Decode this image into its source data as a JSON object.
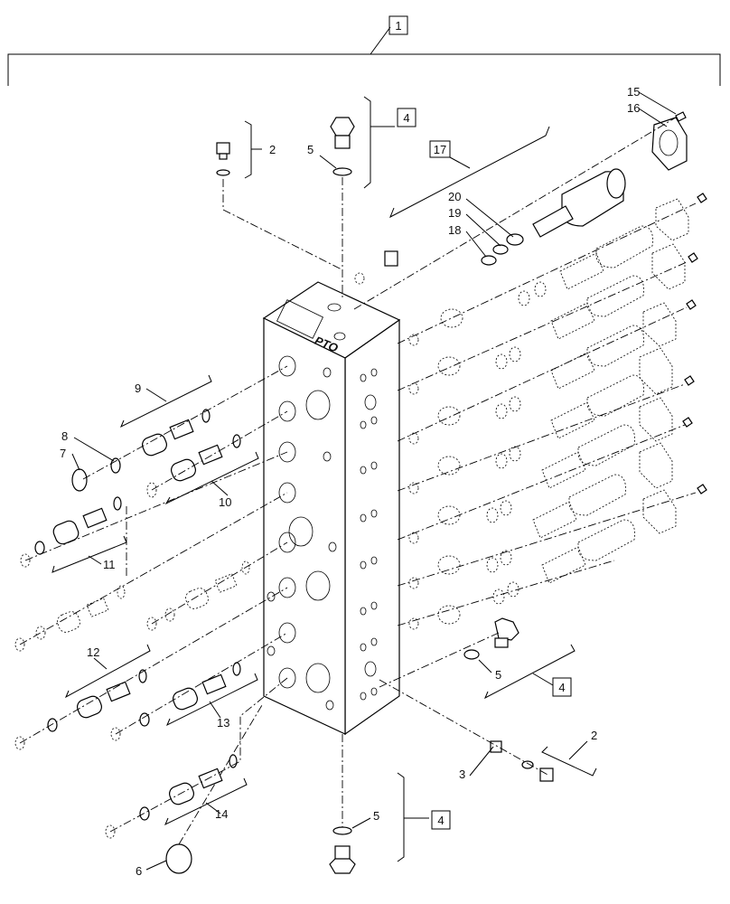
{
  "labels": {
    "l1": "1",
    "l2a": "2",
    "l2b": "2",
    "l3": "3",
    "l4a": "4",
    "l4b": "4",
    "l4c": "4",
    "l5a": "5",
    "l5b": "5",
    "l5c": "5",
    "l6": "6",
    "l7": "7",
    "l8": "8",
    "l9": "9",
    "l10": "10",
    "l11": "11",
    "l12": "12",
    "l13": "13",
    "l14": "14",
    "l15": "15",
    "l16": "16",
    "l17": "17",
    "l18": "18",
    "l19": "19",
    "l20": "20"
  },
  "block_text": {
    "brand": "PTO"
  }
}
